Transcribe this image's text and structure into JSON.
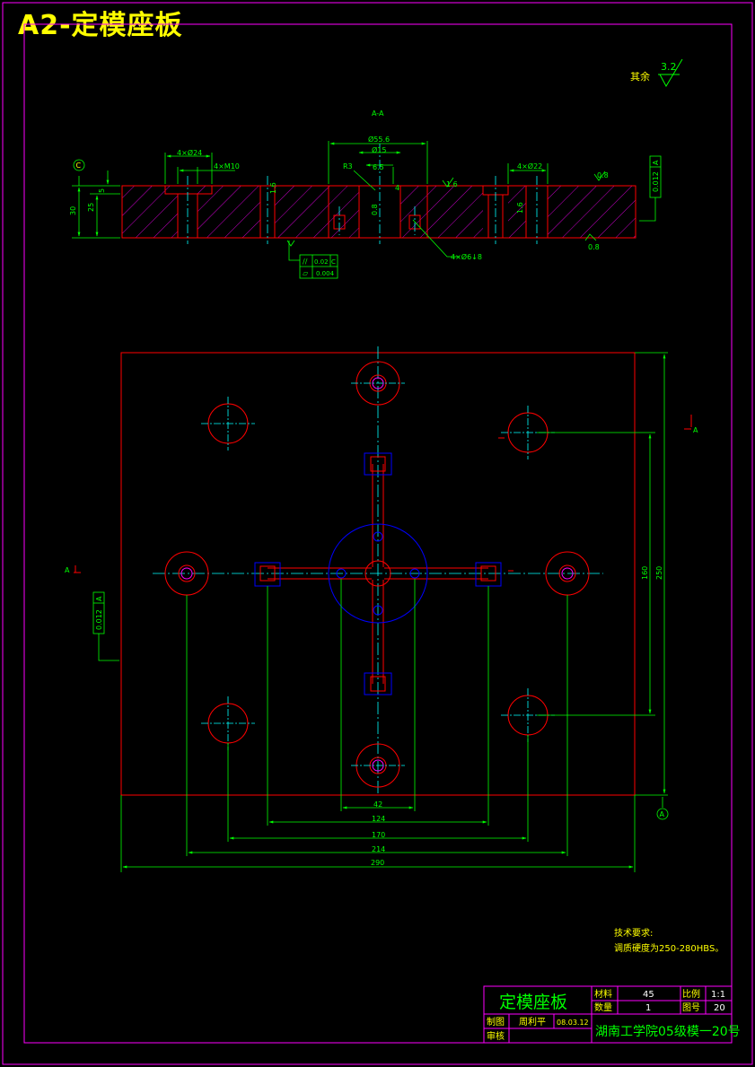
{
  "banner": "A2-定模座板",
  "colors": {
    "frame": "#ff00ff",
    "outline": "#ff0000",
    "dim": "#00ff00",
    "center": "#00ffff",
    "hatch": "#ff00ff",
    "blue": "#0000ff",
    "white": "#ffffff",
    "yellow": "#ffff00"
  },
  "roughness": {
    "label": "其余",
    "value": "3.2"
  },
  "section": {
    "title": "A-A",
    "dims": {
      "d556": "Ø55.6",
      "d15": "Ø15",
      "r3": "R3",
      "v65": "6.5",
      "v4": "4",
      "holes_left": "4×Ø24",
      "thread": "4×M10",
      "holes_right": "4×Ø22",
      "thick30": "30",
      "thick25": "25",
      "thick5": "5",
      "pins": "4×Ø6↓8",
      "r16a": "1.6",
      "r16b": "1.6",
      "r16c": "1.6",
      "r08a": "0.8",
      "r08b": "0.8",
      "r08c": "0.8"
    },
    "datum": "C",
    "tol_box_right": [
      "0.012",
      "A"
    ],
    "tol_box_mid": [
      [
        "//",
        "0.02",
        "C"
      ],
      [
        "▱",
        "0.004",
        ""
      ]
    ]
  },
  "plan": {
    "dims": {
      "d42": "42",
      "d124": "124",
      "d170": "170",
      "d214": "214",
      "d290": "290",
      "d160": "160",
      "d250": "250"
    },
    "section_mark": "A",
    "tol_box_left": [
      "0.012",
      "A"
    ]
  },
  "notes": {
    "title": "技术要求:",
    "body": "调质硬度为250-280HBS。"
  },
  "titleblock": {
    "name": "定模座板",
    "material_label": "材料",
    "material": "45",
    "scale_label": "比例",
    "scale": "1:1",
    "qty_label": "数量",
    "qty": "1",
    "drawing_no_label": "图号",
    "drawing_no": "20",
    "drawn_label": "制图",
    "drawn_by": "周利平",
    "date": "08.03.12",
    "check_label": "审核",
    "school": "湖南工学院05级模一20号"
  }
}
